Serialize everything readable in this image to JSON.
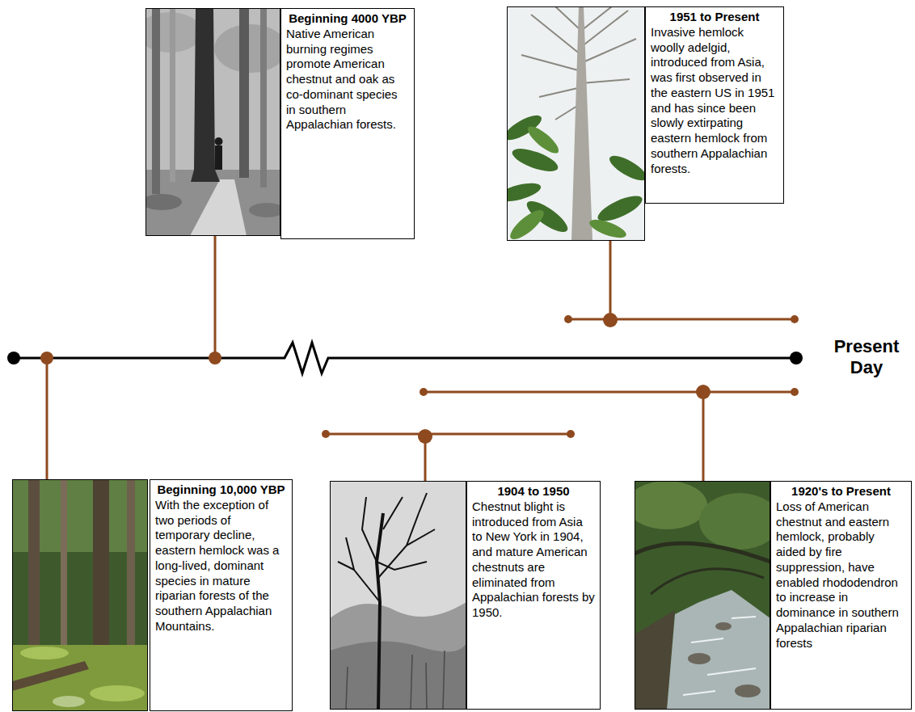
{
  "diagram": {
    "nodes": [
      {
        "text": [
          "Beginning 4000 YBP",
          "Native American burning regimes promote American chestnut and oak as co-dominant species in southern Appalachian forests."
        ]
      },
      {
        "text": [
          "1951 to Present",
          "Invasive hemlock woolly adelgid, introduced from Asia, was first observed in the eastern US in 1951 and has since been slowly extirpating eastern hemlock from southern Appalachian forests."
        ]
      },
      {
        "text": [
          "Beginning 10,000 YBP",
          "With the exception of two periods of temporary decline, eastern hemlock was a long-lived, dominant species in mature riparian forests of the southern Appalachian Mountains."
        ]
      },
      {
        "text": [
          "1904 to 1950",
          "Chestnut blight is introduced from Asia to New York in 1904, and mature American chestnuts are eliminated from Appalachian forests by 1950."
        ]
      },
      {
        "text": [
          "1920's to Present",
          "Loss of American chestnut and eastern hemlock, probably aided by fire suppression, have enabled rhododendron to increase in dominance in southern Appalachian riparian forests"
        ]
      }
    ],
    "labels": [
      "Present Day"
    ]
  }
}
